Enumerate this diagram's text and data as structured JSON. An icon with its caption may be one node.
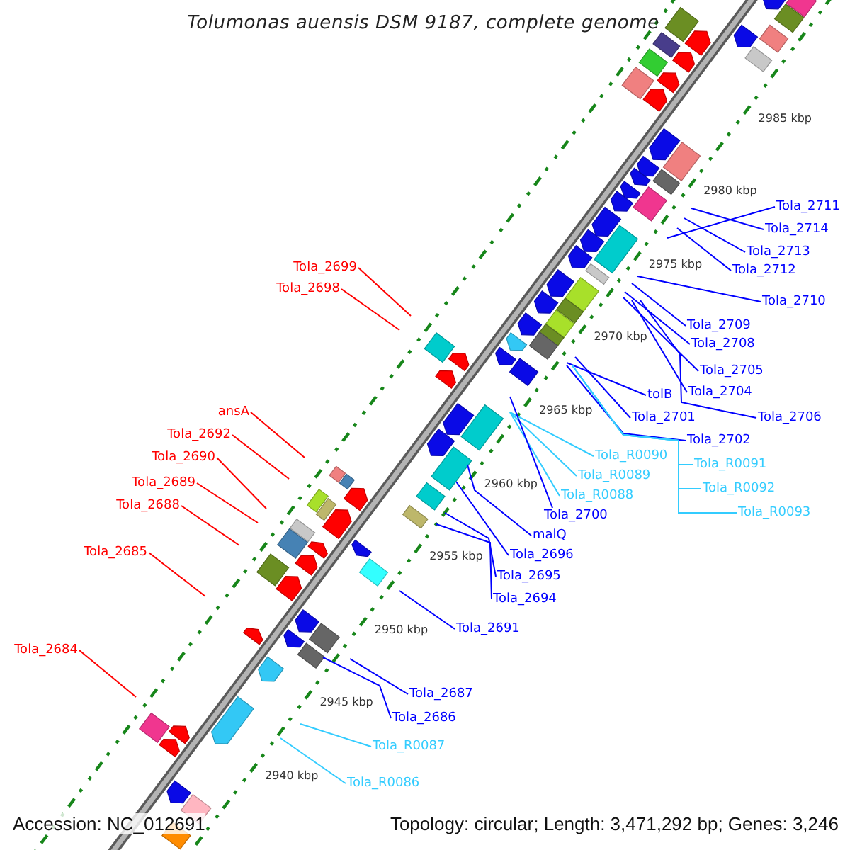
{
  "diagram": {
    "title": "Tolumonas auensis DSM 9187, complete genome",
    "nodes": [
      {
        "text": [
          "Tola_2714"
        ]
      },
      {
        "text": [
          "Tola_2713"
        ]
      },
      {
        "text": [
          "Tola_2699"
        ]
      },
      {
        "text": [
          "Tola_2712"
        ]
      },
      {
        "text": [
          "Tola_2698"
        ]
      },
      {
        "text": [
          "Tola_2710"
        ]
      },
      {
        "text": [
          "Tola_2709"
        ]
      },
      {
        "text": [
          "Tola_2711"
        ]
      },
      {
        "text": [
          "Tola_2708"
        ]
      },
      {
        "text": [
          "Tola_2705"
        ]
      },
      {
        "text": [
          "tolB"
        ]
      },
      {
        "text": [
          "Tola_2704"
        ]
      },
      {
        "text": [
          "ansA"
        ]
      },
      {
        "text": [
          "Tola_2701"
        ]
      },
      {
        "text": [
          "Tola_2706"
        ]
      },
      {
        "text": [
          "Tola_2692"
        ]
      },
      {
        "text": [
          "Tola_2702"
        ]
      },
      {
        "text": [
          "Tola_R0090"
        ]
      },
      {
        "text": [
          "Tola_2690"
        ]
      },
      {
        "text": [
          "Tola_R0091"
        ]
      },
      {
        "text": [
          "Tola_R0089"
        ]
      },
      {
        "text": [
          "Tola_2689"
        ]
      },
      {
        "text": [
          "Tola_R0088"
        ]
      },
      {
        "text": [
          "Tola_R0092"
        ]
      },
      {
        "text": [
          "Tola_2688"
        ]
      },
      {
        "text": [
          "Tola_2700"
        ]
      },
      {
        "text": [
          "Tola_R0093"
        ]
      },
      {
        "text": [
          "malQ"
        ]
      },
      {
        "text": [
          "Tola_2685"
        ]
      },
      {
        "text": [
          "Tola_2696"
        ]
      },
      {
        "text": [
          "Tola_2695"
        ]
      },
      {
        "text": [
          "Tola_2694"
        ]
      },
      {
        "text": [
          "Tola_2691"
        ]
      },
      {
        "text": [
          "Tola_2684"
        ]
      },
      {
        "text": [
          "Tola_2687"
        ]
      },
      {
        "text": [
          "Tola_2686"
        ]
      },
      {
        "text": [
          "Tola_R0087"
        ]
      },
      {
        "text": [
          "Tola_R0086"
        ]
      }
    ],
    "edges": [
      {
        "from": 0,
        "to": null,
        "arrow": "none"
      },
      {
        "from": 1,
        "to": null,
        "arrow": "none"
      },
      {
        "from": 2,
        "to": null,
        "arrow": "none",
        "color": "#ff0000"
      },
      {
        "from": 3,
        "to": null,
        "arrow": "none"
      },
      {
        "from": 4,
        "to": null,
        "arrow": "none",
        "color": "#ff0000"
      },
      {
        "from": 5,
        "to": null,
        "arrow": "none"
      },
      {
        "from": 6,
        "to": null,
        "arrow": "none"
      },
      {
        "from": 7,
        "to": null,
        "arrow": "none"
      },
      {
        "from": 8,
        "to": null,
        "arrow": "none"
      },
      {
        "from": 9,
        "to": null,
        "arrow": "none"
      },
      {
        "from": 10,
        "to": null,
        "arrow": "none"
      },
      {
        "from": 11,
        "to": null,
        "arrow": "none"
      },
      {
        "from": 12,
        "to": null,
        "arrow": "none",
        "color": "#ff0000"
      },
      {
        "from": 13,
        "to": null,
        "arrow": "none"
      },
      {
        "from": 14,
        "to": null,
        "arrow": "none"
      },
      {
        "from": 15,
        "to": null,
        "arrow": "none",
        "color": "#ff0000"
      },
      {
        "from": 16,
        "to": null,
        "arrow": "none"
      },
      {
        "from": 17,
        "to": null,
        "arrow": "none",
        "color": "#33ccff"
      },
      {
        "from": 18,
        "to": null,
        "arrow": "none",
        "color": "#ff0000"
      },
      {
        "from": 19,
        "to": null,
        "arrow": "none",
        "color": "#33ccff"
      },
      {
        "from": 20,
        "to": null,
        "arrow": "none",
        "color": "#33ccff"
      },
      {
        "from": 21,
        "to": null,
        "arrow": "none",
        "color": "#ff0000"
      },
      {
        "from": 22,
        "to": null,
        "arrow": "none",
        "color": "#33ccff"
      },
      {
        "from": 23,
        "to": null,
        "arrow": "none",
        "color": "#33ccff"
      },
      {
        "from": 24,
        "to": null,
        "arrow": "none",
        "color": "#ff0000"
      },
      {
        "from": 25,
        "to": null,
        "arrow": "none"
      },
      {
        "from": 26,
        "to": null,
        "arrow": "none",
        "color": "#33ccff"
      },
      {
        "from": 27,
        "to": null,
        "arrow": "none"
      },
      {
        "from": 28,
        "to": null,
        "arrow": "none",
        "color": "#ff0000"
      },
      {
        "from": 29,
        "to": null,
        "arrow": "none"
      },
      {
        "from": 30,
        "to": null,
        "arrow": "none"
      },
      {
        "from": 31,
        "to": null,
        "arrow": "none"
      },
      {
        "from": 32,
        "to": null,
        "arrow": "none"
      },
      {
        "from": 33,
        "to": null,
        "arrow": "none",
        "color": "#ff0000"
      },
      {
        "from": 34,
        "to": null,
        "arrow": "none"
      },
      {
        "from": 35,
        "to": null,
        "arrow": "none"
      },
      {
        "from": 36,
        "to": null,
        "arrow": "none",
        "color": "#33ccff"
      },
      {
        "from": 37,
        "to": null,
        "arrow": "none",
        "color": "#33ccff"
      }
    ],
    "labels": [
      "2985 kbp",
      "2980 kbp",
      "2975 kbp",
      "2970 kbp",
      "2965 kbp",
      "2960 kbp",
      "2955 kbp",
      "2950 kbp",
      "2945 kbp",
      "2940 kbp",
      "Accession: NC_012691",
      "Topology: circular; Length: 3,471,292 bp; Genes: 3,246"
    ]
  }
}
